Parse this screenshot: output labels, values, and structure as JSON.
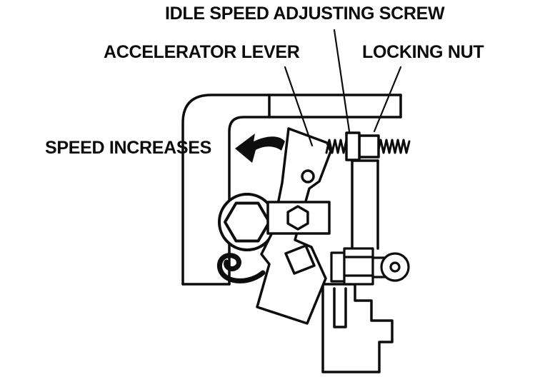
{
  "diagram": {
    "labels": {
      "idle_screw": "IDLE SPEED ADJUSTING SCREW",
      "accelerator_lever": "ACCELERATOR LEVER",
      "locking_nut": "LOCKING NUT",
      "speed_increases": "SPEED INCREASES"
    },
    "icons": {
      "speed_increases_arrow": "bold-curved-left-arrow"
    },
    "colors": {
      "ink": "#0d0d0d",
      "background": "#ffffff"
    }
  }
}
